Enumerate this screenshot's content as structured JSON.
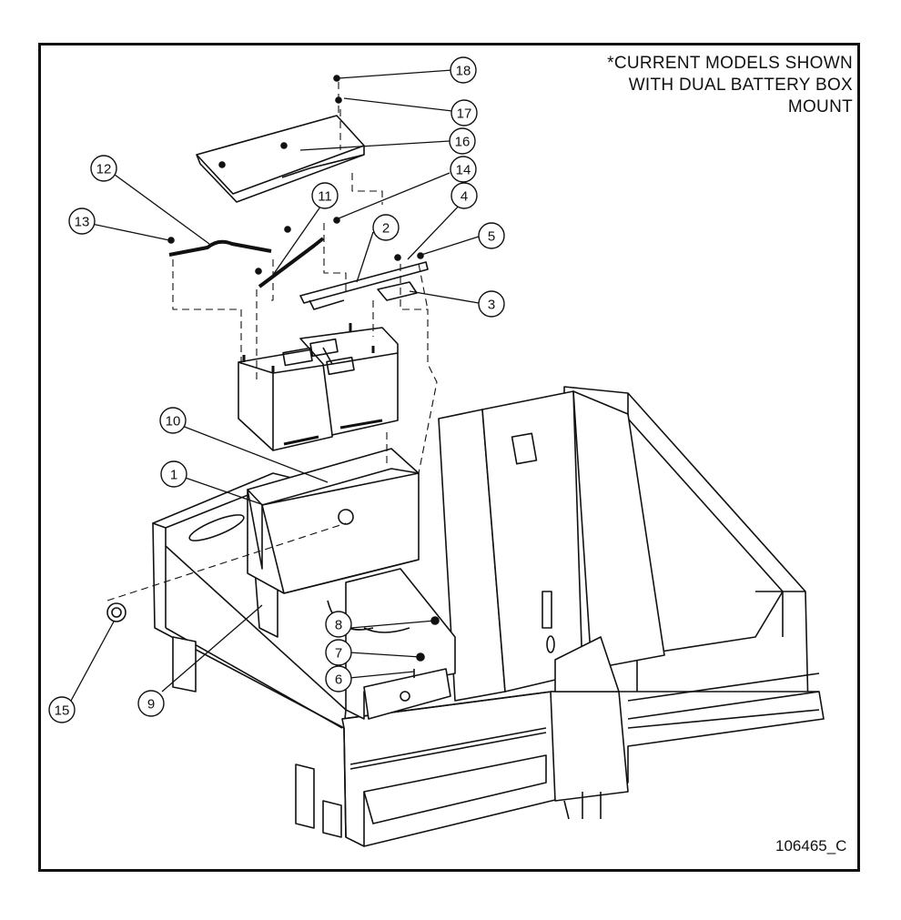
{
  "note": {
    "line1": "*CURRENT MODELS SHOWN",
    "line2": "WITH DUAL BATTERY BOX",
    "line3": "MOUNT"
  },
  "drawing_number": "106465_C",
  "callouts": [
    "1",
    "2",
    "3",
    "4",
    "5",
    "6",
    "7",
    "8",
    "9",
    "10",
    "11",
    "12",
    "13",
    "14",
    "15",
    "16",
    "17",
    "18"
  ],
  "colors": {
    "line": "#111111",
    "background": "#ffffff"
  }
}
